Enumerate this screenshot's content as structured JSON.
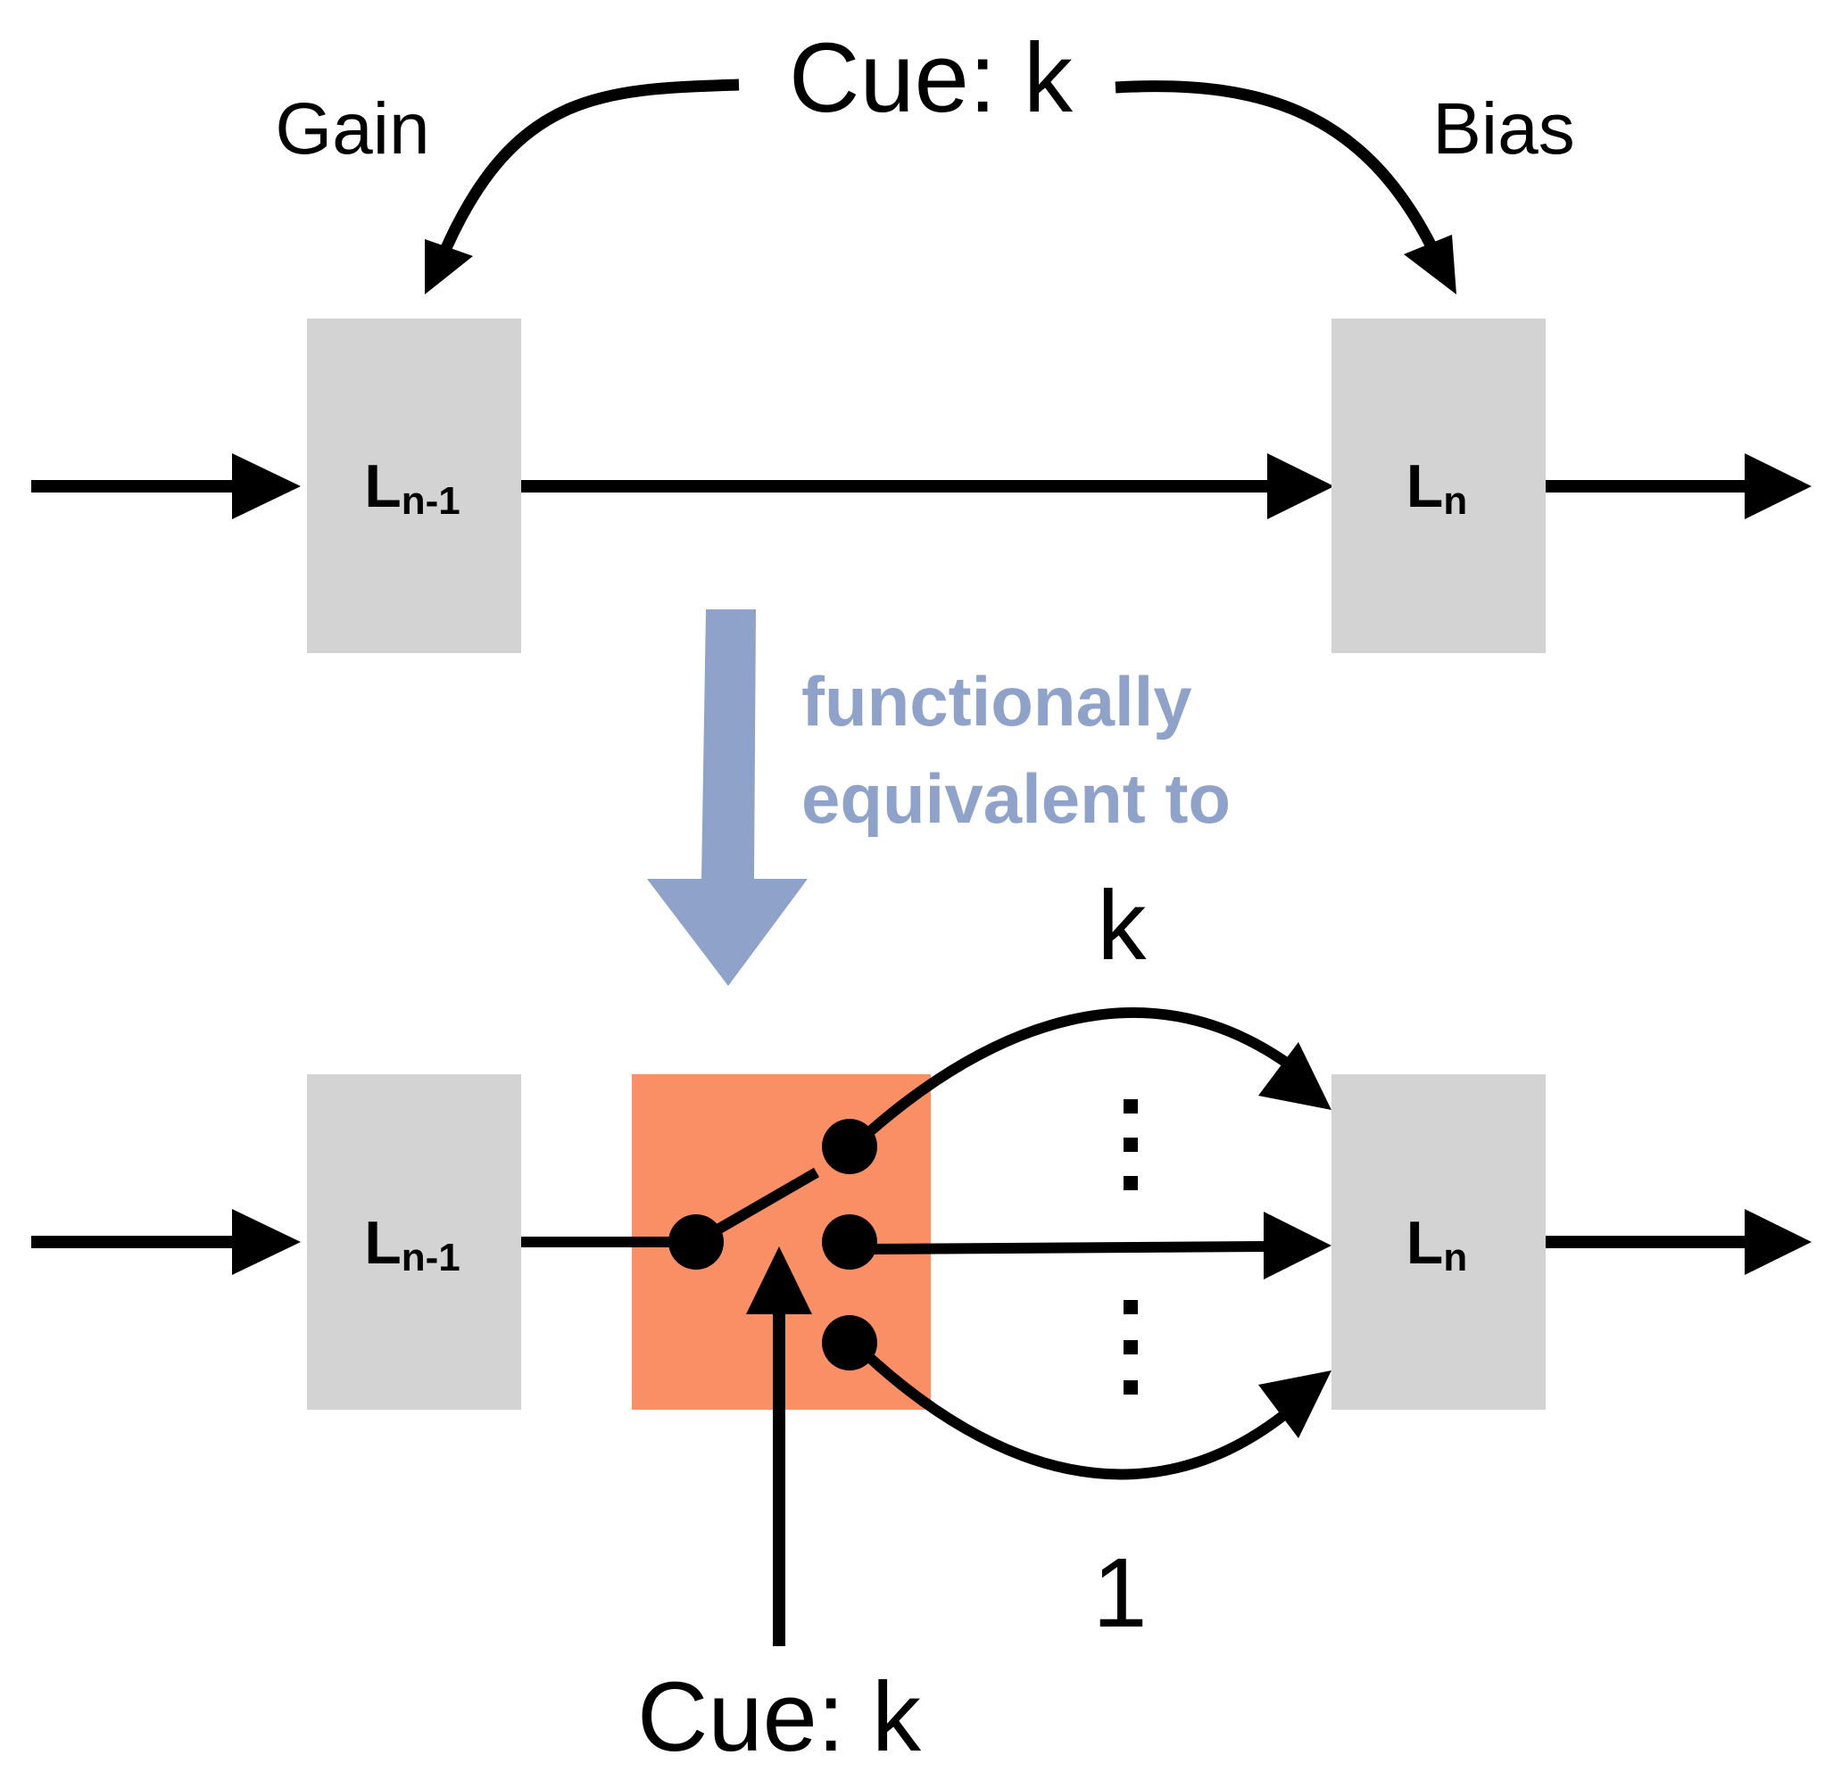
{
  "top": {
    "cue_label": "Cue: k",
    "gain_label": "Gain",
    "bias_label": "Bias",
    "layer_prev": {
      "main": "L",
      "sub": "n-1"
    },
    "layer_next": {
      "main": "L",
      "sub": "n"
    }
  },
  "transition": {
    "line1": "functionally",
    "line2": "equivalent to"
  },
  "bottom": {
    "layer_prev": {
      "main": "L",
      "sub": "n-1"
    },
    "layer_next": {
      "main": "L",
      "sub": "n"
    },
    "branch_top_label": "k",
    "branch_bottom_label": "1",
    "cue_label": "Cue: k"
  },
  "colors": {
    "layer_box": "#d3d3d3",
    "switch_box": "#fa8e64",
    "equivalence": "#8fa2ca",
    "ink": "#000000"
  }
}
